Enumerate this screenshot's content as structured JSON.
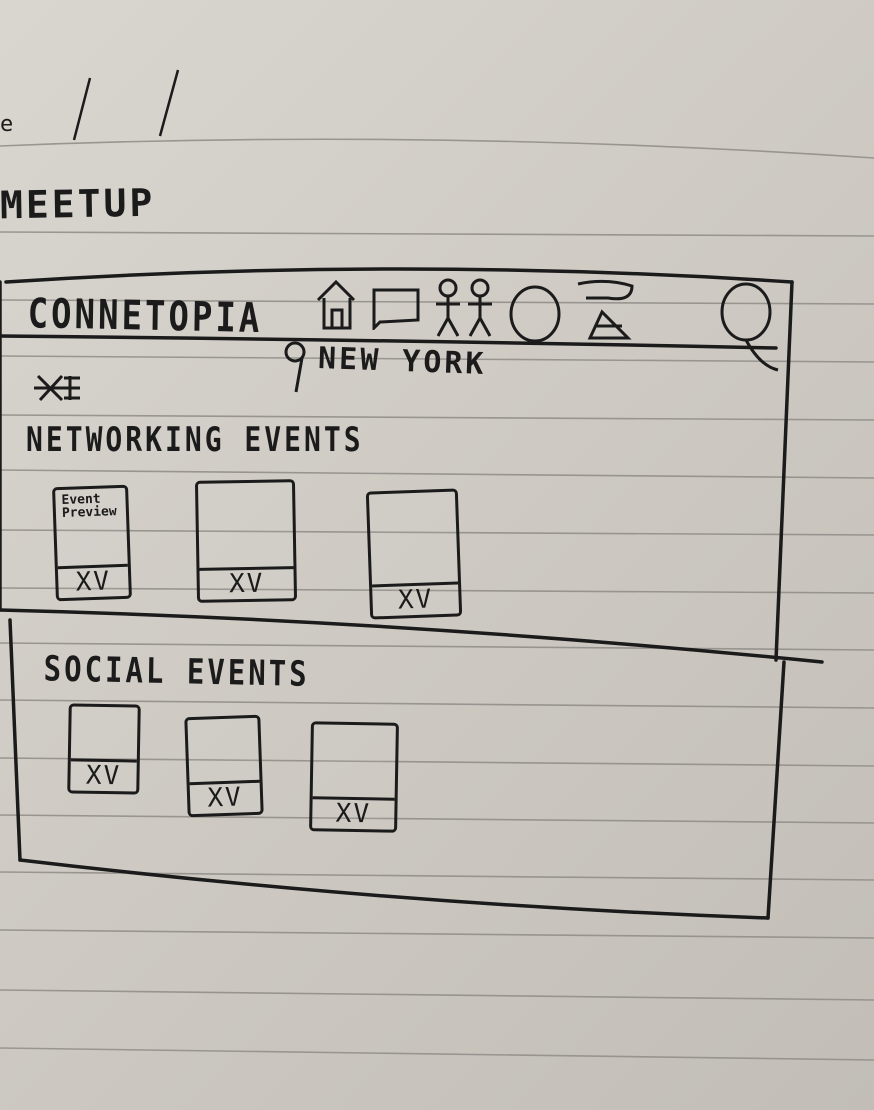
{
  "header_fragment": "e",
  "title": "MEETUP",
  "app": {
    "brand": "CONNETOPIA",
    "nav_icons": [
      "home-icon",
      "chat-icon",
      "people-icon",
      "notifications-icon",
      "calendar-icon"
    ],
    "profile_icon": "search-icon"
  },
  "location": {
    "icon": "location-pin-icon",
    "text": "NEW YORK"
  },
  "sections": [
    {
      "heading": "NETWORKING EVENTS",
      "cards": [
        {
          "text": "Event Preview",
          "actions": "XV"
        },
        {
          "text": "",
          "actions": "XV"
        },
        {
          "text": "",
          "actions": "XV"
        }
      ]
    },
    {
      "heading": "SOCIAL EVENTS",
      "cards": [
        {
          "text": "",
          "actions": "XV"
        },
        {
          "text": "",
          "actions": "XV"
        },
        {
          "text": "",
          "actions": "XV"
        }
      ]
    }
  ]
}
